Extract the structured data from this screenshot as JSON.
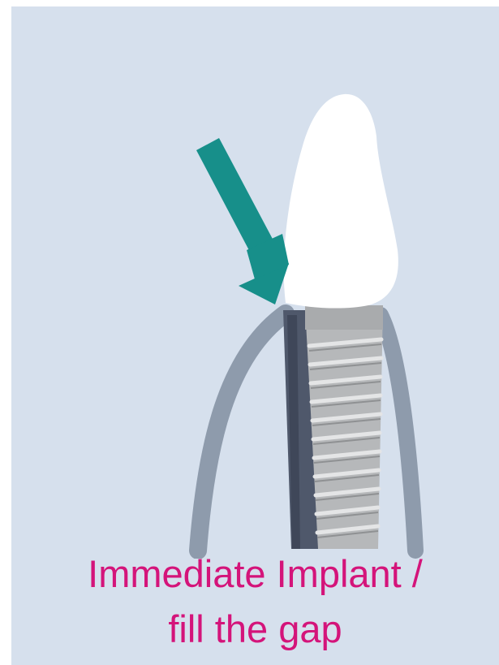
{
  "caption": {
    "line1": "Immediate Implant /",
    "line2": "fill the gap"
  },
  "colors": {
    "background": "#d6e0ed",
    "caption": "#d4147a",
    "arrow": "#178f8a",
    "crown": "#ffffff",
    "implant_body": "#b9bbbd",
    "implant_shadow": "#4d566a",
    "bone_outline": "#8d9aab"
  },
  "icons": [
    "dental-crown",
    "implant-screw",
    "pointer-arrow",
    "bone-contour"
  ]
}
